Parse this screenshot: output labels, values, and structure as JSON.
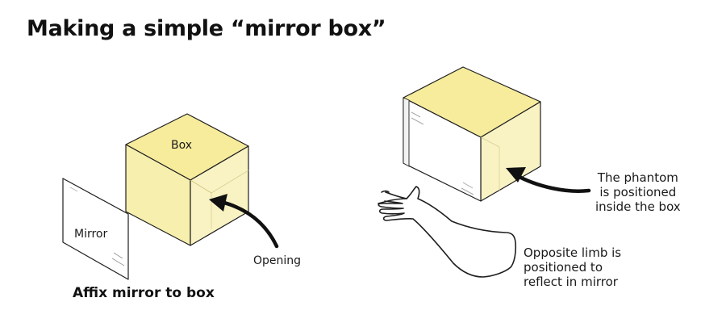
{
  "title": "Making a simple “mirror box”",
  "left_panel": {
    "box_label": "Box",
    "mirror_label": "Mirror",
    "opening_label": "Opening",
    "caption": "Affix mirror to box"
  },
  "right_panel": {
    "phantom_label": [
      "The phantom",
      "is positioned",
      "inside the box"
    ],
    "limb_label": [
      "Opposite limb is",
      "positioned to",
      "reflect in mirror"
    ]
  },
  "colors": {
    "box_fill": "#f7efad",
    "box_top": "#f6ec9c",
    "box_side": "#f9f3c4",
    "outline": "#1f1f1f",
    "mirror_fill": "#ffffff",
    "arrow": "#111111"
  }
}
